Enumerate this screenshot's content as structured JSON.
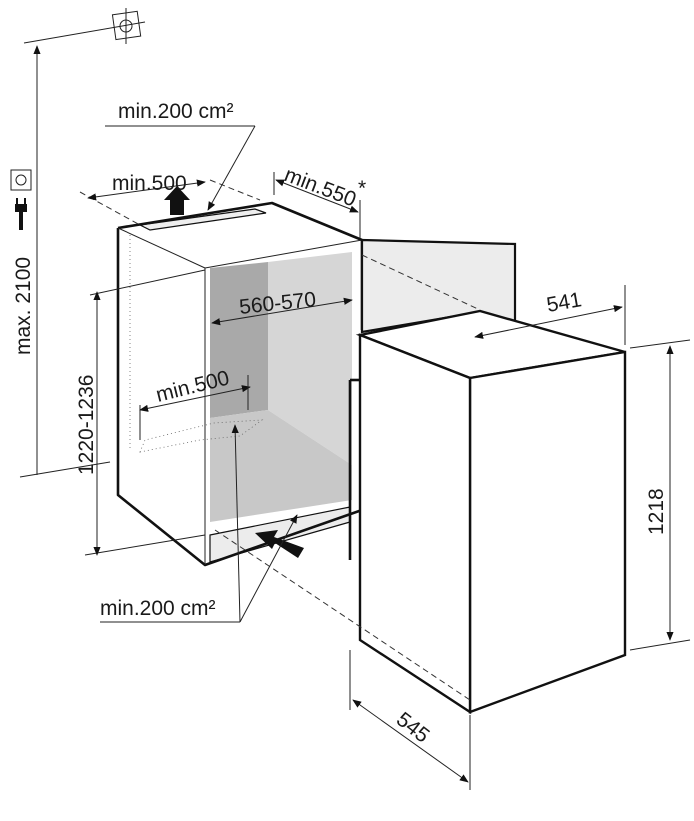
{
  "labels": {
    "max_height": "max. 2100",
    "top_vent_area": "min.200 cm²",
    "top_depth": "min.500",
    "door_clearance": "min.550",
    "asterisk": "*",
    "niche_width": "560-570",
    "niche_height": "1220-1236",
    "bottom_depth": "min.500",
    "bottom_vent_area": "min.200 cm²",
    "appliance_width": "541",
    "appliance_height": "1218",
    "appliance_depth": "545"
  },
  "icons": [
    "ceiling-outlet-icon",
    "power-socket-icon",
    "power-plug-icon",
    "airflow-arrow-icon"
  ]
}
